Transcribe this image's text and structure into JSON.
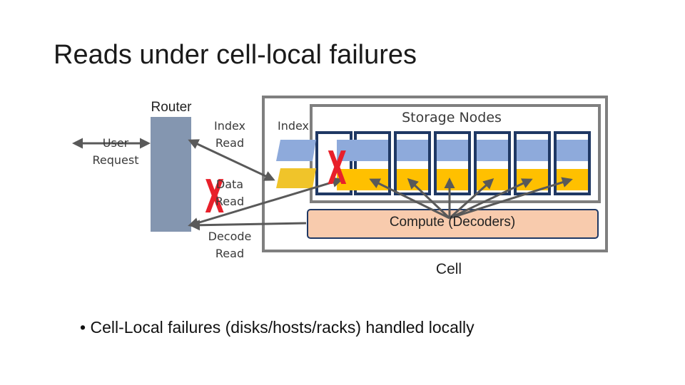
{
  "slide": {
    "title": "Reads under cell-local failures",
    "bullet": "Cell-Local failures (disks/hosts/racks) handled locally",
    "bullet_marker": "•"
  },
  "diagram": {
    "router_label": "Router",
    "user_request_label": [
      "User",
      "Request"
    ],
    "index_read_label": [
      "Index",
      "Read"
    ],
    "data_read_label": [
      "Data",
      "Read"
    ],
    "decode_read_label": [
      "Decode",
      "Read"
    ],
    "index_label": "Index",
    "storage_nodes_label": "Storage Nodes",
    "compute_label": "Compute (Decoders)",
    "cell_label": "Cell",
    "failure_mark": "X",
    "colors": {
      "router": "#8496b0",
      "cell_border": "#7f7f7f",
      "node_border": "#1f3864",
      "index_block": "#8eaadb",
      "data_block": "#ffc000",
      "compute_fill": "#f8cbad",
      "failure": "#e8202a",
      "arrow": "#595959"
    }
  }
}
